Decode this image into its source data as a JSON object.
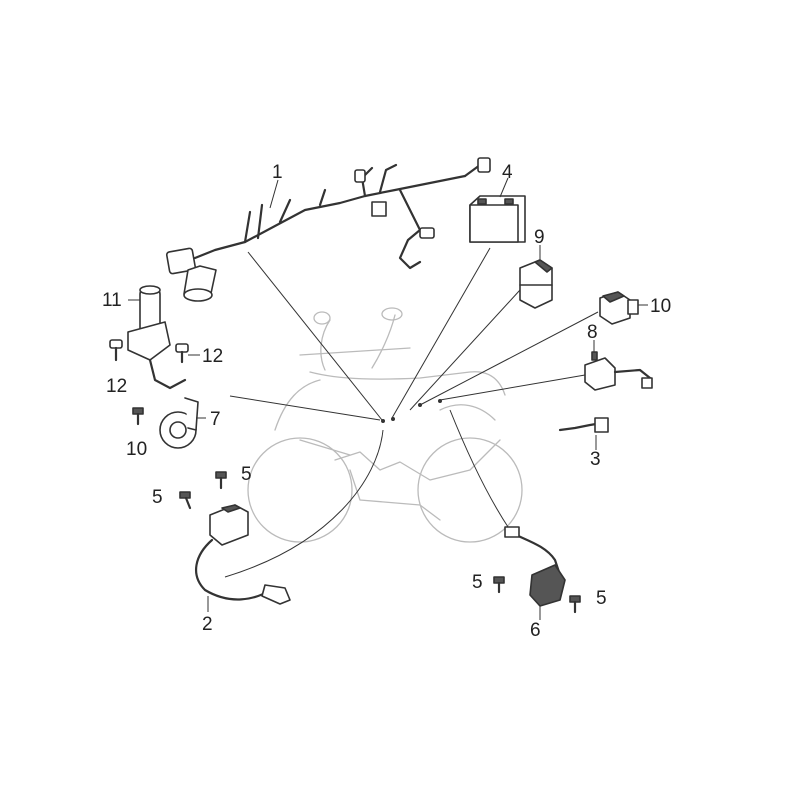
{
  "labels": {
    "p1": "1",
    "p2": "2",
    "p3": "3",
    "p4": "4",
    "p5a": "5",
    "p5b": "5",
    "p5c": "5",
    "p5d": "5",
    "p6": "6",
    "p7": "7",
    "p8": "8",
    "p9": "9",
    "p10a": "10",
    "p10b": "10",
    "p11": "11",
    "p12a": "12",
    "p12b": "12"
  }
}
